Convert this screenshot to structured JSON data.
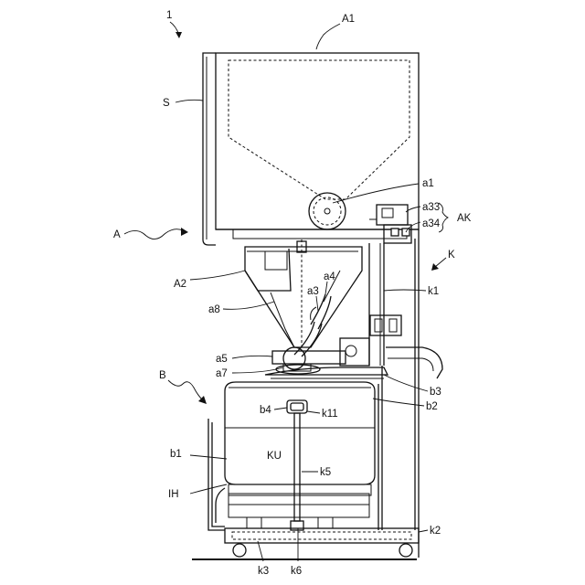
{
  "labels": {
    "fig": "1",
    "A1": "A1",
    "S": "S",
    "a1": "a1",
    "a33": "a33",
    "AK": "AK",
    "a34": "a34",
    "A": "A",
    "K": "K",
    "A2": "A2",
    "a4": "a4",
    "k1": "k1",
    "a3": "a3",
    "a8": "a8",
    "a5": "a5",
    "a7": "a7",
    "b3": "b3",
    "B": "B",
    "b2": "b2",
    "b4": "b4",
    "k11": "k11",
    "b1": "b1",
    "KU": "KU",
    "k5": "k5",
    "IH": "IH",
    "k2": "k2",
    "k3": "k3",
    "k6": "k6"
  }
}
